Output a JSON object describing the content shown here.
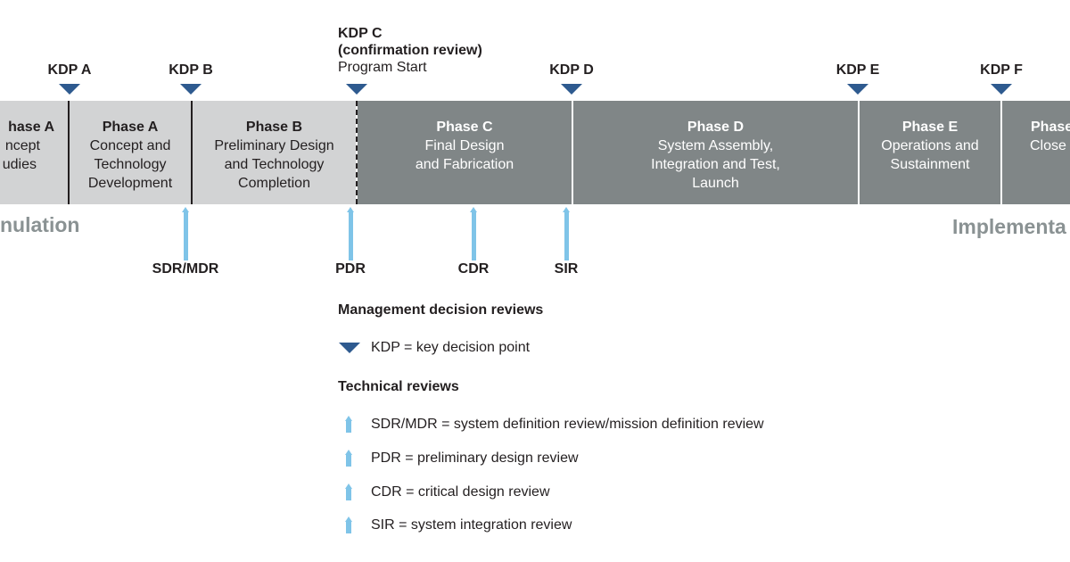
{
  "kdps": {
    "a": "KDP A",
    "b": "KDP B",
    "c": {
      "label": "KDP C",
      "sub": "(confirmation review)",
      "note": "Program Start"
    },
    "d": "KDP D",
    "e": "KDP E",
    "f": "KDP F"
  },
  "phases": [
    {
      "title": "Phase A",
      "lines": [
        "Concept",
        "Studies"
      ],
      "shade": "light",
      "visible_title": "hase A",
      "visible_lines": [
        "ncept",
        "udies"
      ]
    },
    {
      "title": "Phase A",
      "lines": [
        "Concept and",
        "Technology",
        "Development"
      ],
      "shade": "light"
    },
    {
      "title": "Phase B",
      "lines": [
        "Preliminary Design",
        "and Technology",
        "Completion"
      ],
      "shade": "light"
    },
    {
      "title": "Phase C",
      "lines": [
        "Final Design",
        "and Fabrication"
      ],
      "shade": "dark"
    },
    {
      "title": "Phase D",
      "lines": [
        "System Assembly,",
        "Integration and Test,",
        "Launch"
      ],
      "shade": "dark"
    },
    {
      "title": "Phase E",
      "lines": [
        "Operations and",
        "Sustainment"
      ],
      "shade": "dark"
    },
    {
      "title": "Phase F",
      "lines": [
        "Closeout"
      ],
      "shade": "dark",
      "visible_title": "Phase",
      "visible_lines": [
        "Close"
      ]
    }
  ],
  "sections": {
    "left": "nulation",
    "right": "Implementa"
  },
  "reviews": {
    "sdr_mdr": "SDR/MDR",
    "pdr": "PDR",
    "cdr": "CDR",
    "sir": "SIR"
  },
  "legend": {
    "management_heading": "Management decision reviews",
    "kdp_entry": "KDP = key decision point",
    "technical_heading": "Technical reviews",
    "technical_entries": [
      "SDR/MDR = system definition review/mission definition review",
      "PDR = preliminary design review",
      "CDR = critical design review",
      "SIR = system integration review"
    ]
  },
  "colors": {
    "kdp_marker": "#2e5a8f",
    "review_arrow": "#7fc4e8",
    "formulation_phase": "#d2d3d4",
    "implementation_phase": "#808687",
    "section_word": "#8a9293"
  }
}
